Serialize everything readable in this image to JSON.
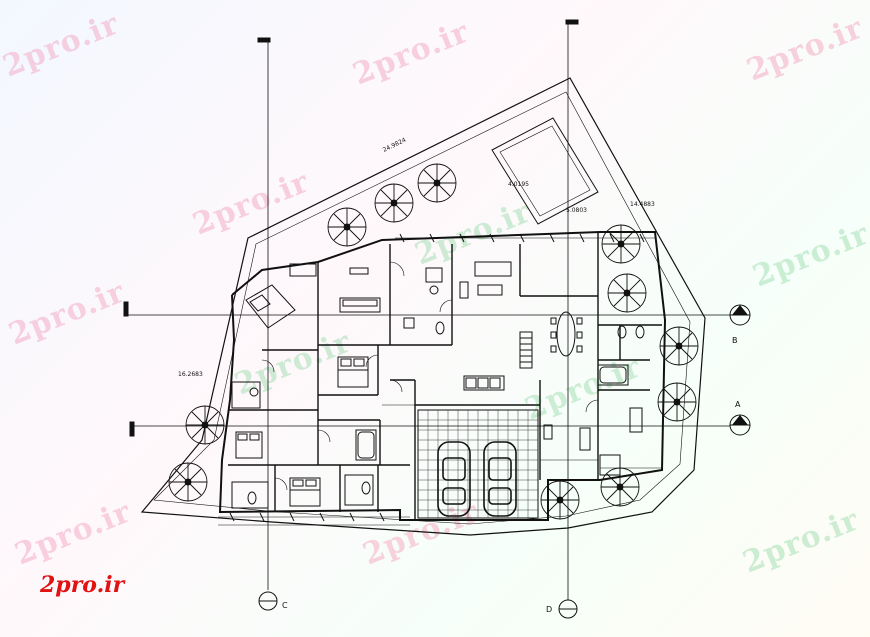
{
  "watermarks": [
    {
      "text": "2pro.ir",
      "tone": "pink"
    },
    {
      "text": "2pro.ir",
      "tone": "pink"
    },
    {
      "text": "2pro.ir",
      "tone": "pink"
    },
    {
      "text": "2pro.ir",
      "tone": "pink"
    },
    {
      "text": "2pro.ir",
      "tone": "pink"
    },
    {
      "text": "2pro.ir",
      "tone": "green"
    },
    {
      "text": "2pro.ir",
      "tone": "green"
    },
    {
      "text": "2pro.ir",
      "tone": "green"
    },
    {
      "text": "2pro.ir",
      "tone": "green"
    },
    {
      "text": "2pro.ir",
      "tone": "pink"
    },
    {
      "text": "2pro.ir",
      "tone": "green"
    }
  ],
  "brand_label": "2pro.ir",
  "section_markers": {
    "left_bottom": "C",
    "right_bottom": "D",
    "right_upper": "B",
    "right_lower": "A"
  },
  "dimensions": {
    "site_top": "24.9824",
    "site_left": "16.2683",
    "site_right": "14.4883",
    "pool_len": "4.0195",
    "pool_wid": "5.0803"
  },
  "colors": {
    "brand": "#e01212",
    "drawing": "#111111",
    "watermark_pink": "#f096b4",
    "watermark_green": "#8cd7a0"
  }
}
